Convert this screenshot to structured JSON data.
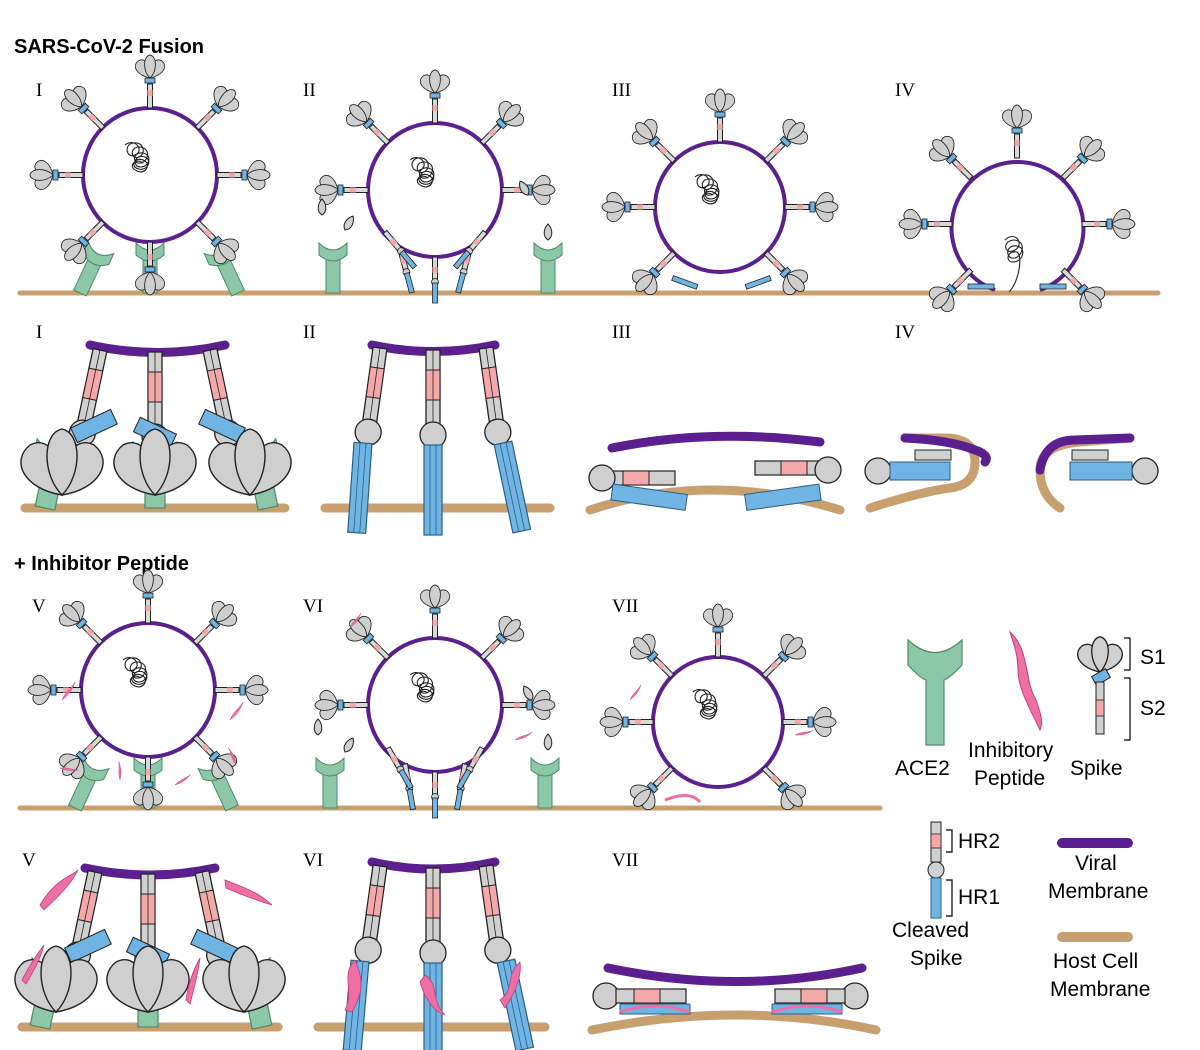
{
  "titles": {
    "fusion": "SARS-CoV-2 Fusion",
    "inhibitor": "+ Inhibitor Peptide"
  },
  "stages": {
    "row1": [
      "I",
      "II",
      "III",
      "IV"
    ],
    "row2": [
      "I",
      "II",
      "III",
      "IV"
    ],
    "row3": [
      "V",
      "VI",
      "VII"
    ],
    "row4": [
      "V",
      "VI",
      "VII"
    ]
  },
  "legend": {
    "ace2": "ACE2",
    "inhibitory_peptide_1": "Inhibitory",
    "inhibitory_peptide_2": "Peptide",
    "spike": "Spike",
    "s1": "S1",
    "s2": "S2",
    "hr2": "HR2",
    "hr1": "HR1",
    "cleaved_spike_1": "Cleaved",
    "cleaved_spike_2": "Spike",
    "viral_membrane_1": "Viral",
    "viral_membrane_2": "Membrane",
    "host_membrane_1": "Host Cell",
    "host_membrane_2": "Membrane"
  },
  "colors": {
    "viral_membrane": "#5b1f8f",
    "host_membrane": "#c8a070",
    "ace2": "#8cc8a8",
    "hr1": "#6fb4e3",
    "hr2": "#f4a8a8",
    "peptide": "#ee6fa4",
    "spike_grey": "#cfcfcf"
  }
}
